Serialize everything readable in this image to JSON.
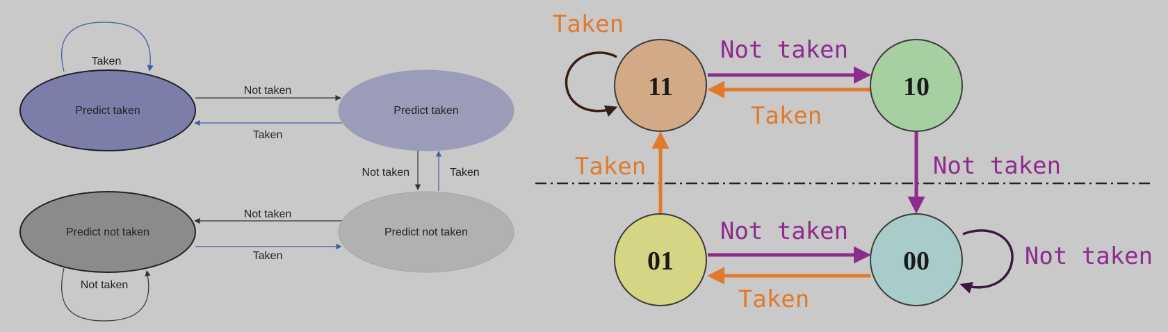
{
  "left_diagram": {
    "states": [
      {
        "id": "s0",
        "label": "Predict taken",
        "fill": "#7a7ea9"
      },
      {
        "id": "s1",
        "label": "Predict taken",
        "fill": "#9b9cb7"
      },
      {
        "id": "s2",
        "label": "Predict not taken",
        "fill": "#8b8b8b"
      },
      {
        "id": "s3",
        "label": "Predict not taken",
        "fill": "#b1b1b1"
      }
    ],
    "transitions": {
      "s0_self": "Taken",
      "s0_to_s1": "Not taken",
      "s1_to_s0": "Taken",
      "s1_to_s3": "Not taken",
      "s3_to_s1": "Taken",
      "s3_to_s2": "Not taken",
      "s2_to_s3": "Taken",
      "s2_self": "Not taken"
    }
  },
  "right_diagram": {
    "states": [
      {
        "id": "n11",
        "label": "11",
        "fill": "#d3aa86"
      },
      {
        "id": "n10",
        "label": "10",
        "fill": "#a6cfa2"
      },
      {
        "id": "n01",
        "label": "01",
        "fill": "#d6d584"
      },
      {
        "id": "n00",
        "label": "00",
        "fill": "#a8ccca"
      }
    ],
    "transitions": {
      "n11_self": "Taken",
      "n11_to_n10": "Not taken",
      "n10_to_n11": "Taken",
      "n10_to_n00": "Not taken",
      "n01_to_n11": "Taken",
      "n01_to_n00": "Not taken",
      "n00_to_n01": "Taken",
      "n00_self": "Not taken"
    },
    "colors": {
      "taken": "#e07a2c",
      "not_taken": "#8e2c8e",
      "self_loop": "#3a1e12"
    }
  }
}
